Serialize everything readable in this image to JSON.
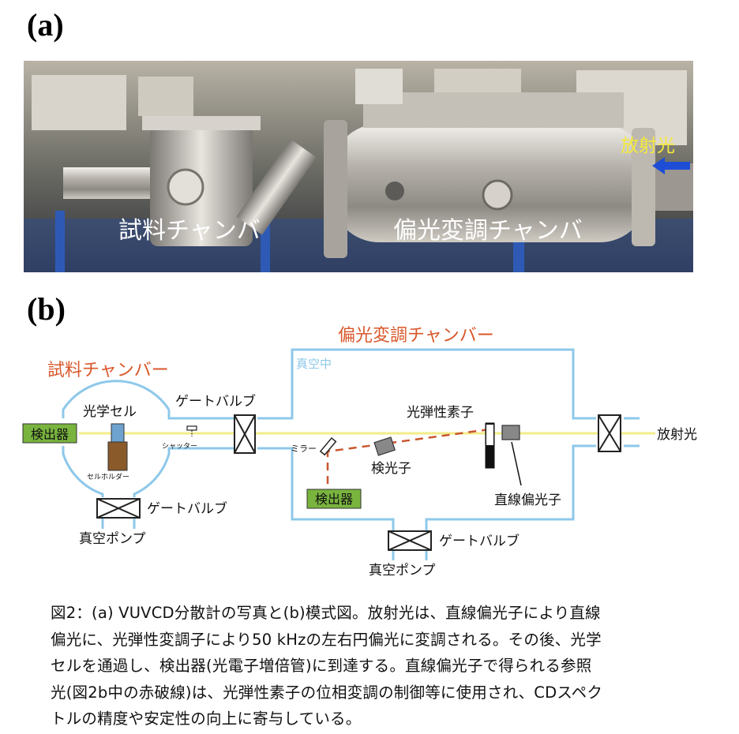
{
  "panel_a_label": "(a)",
  "panel_b_label": "(b)",
  "photo": {
    "label_sample_chamber": "試料チャンバ",
    "label_modulation_chamber": "偏光変調チャンバ",
    "label_synchrotron": "放射光"
  },
  "diagram": {
    "sample_chamber_title": "試料チャンバー",
    "modulation_chamber_title": "偏光変調チャンバー",
    "vacuum_label": "真空中",
    "detector_left": "検出器",
    "optical_cell": "光学セル",
    "cell_holder": "セルホルダー",
    "shutter": "シャッター",
    "gate_valve_top": "ゲートバルブ",
    "gate_valve_bottom_left": "ゲートバルブ",
    "vacuum_pump_left": "真空ポンプ",
    "mirror": "ミラー",
    "detector_lower": "検出器",
    "analyzer": "検光子",
    "photoelastic_element": "光弾性素子",
    "linear_polarizer": "直線偏光子",
    "synchrotron_light": "放射光",
    "gate_valve_bottom_right": "ゲートバルブ",
    "vacuum_pump_right": "真空ポンプ"
  },
  "caption": {
    "line1": "図2：(a) VUVCD分散計の写真と(b)模式図。放射光は、直線偏光子により直線",
    "line2": "偏光に、光弾性変調子により50 kHzの左右円偏光に変調される。その後、光学",
    "line3": "セルを通過し、検出器(光電子増倍管)に到達する。直線偏光子で得られる参照",
    "line4": "光(図2b中の赤破線)は、光弾性素子の位相変調の制御等に使用され、CDスペク",
    "line5": "トルの精度や安定性の向上に寄与している。"
  },
  "colors": {
    "chamber_outline": "#8ec8ea",
    "beam": "#f3ec8a",
    "title_orange": "#d9572a",
    "detector_green": "#79b43e",
    "reference_red": "#c9562f",
    "cell_blue": "#6ea3cf",
    "cell_holder_brown": "#8a5a2b"
  }
}
